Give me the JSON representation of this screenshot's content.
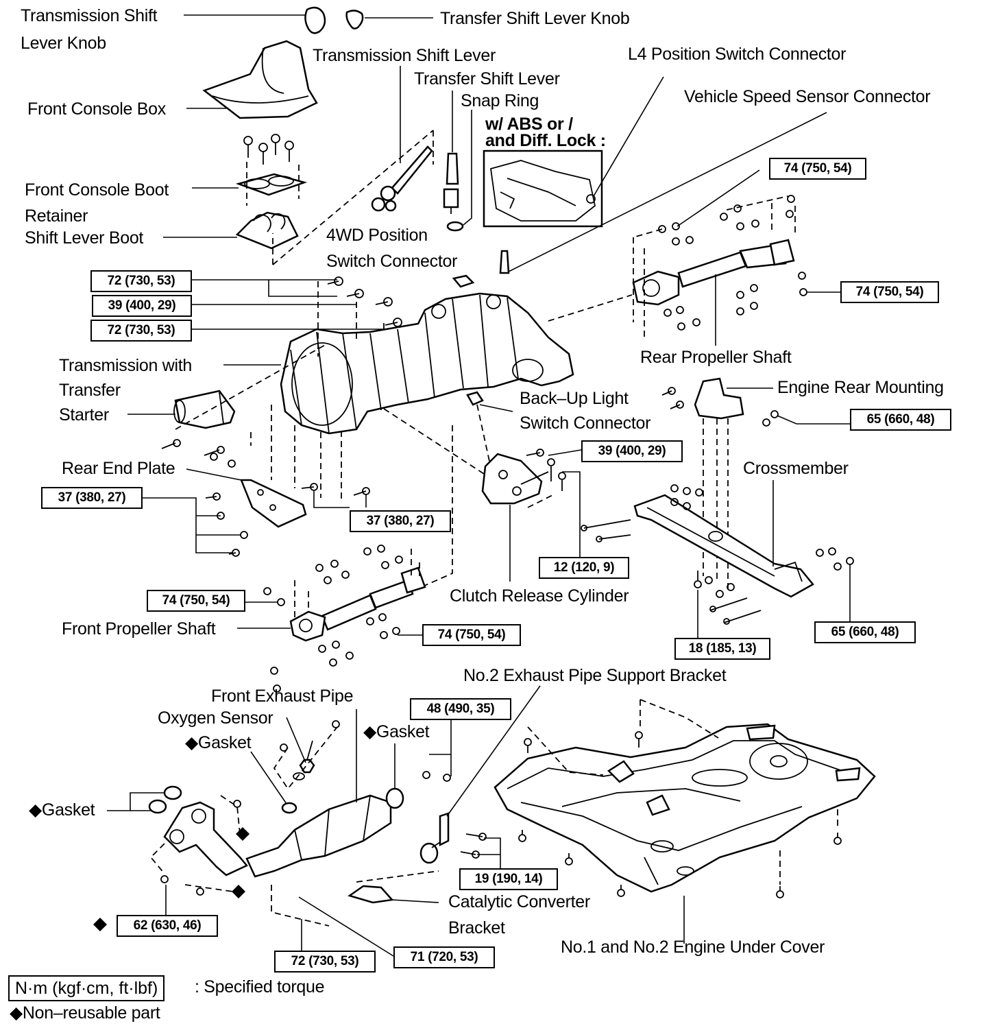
{
  "labels": {
    "trans_knob": "Transmission Shift",
    "trans_knob_2": "Lever Knob",
    "transfer_knob": "Transfer Shift Lever Knob",
    "trans_lever": "Transmission Shift Lever",
    "l4_switch": "L4 Position Switch Connector",
    "transfer_lever": "Transfer Shift Lever",
    "snap_ring": "Snap Ring",
    "vss": "Vehicle Speed Sensor Connector",
    "front_console_box": "Front Console Box",
    "abs_1": "w/ ABS or /",
    "abs_2": "and Diff. Lock :",
    "boot_retainer": "Front Console Boot",
    "boot_retainer_2": "Retainer",
    "shift_boot": "Shift Lever Boot",
    "wd_switch": "4WD Position",
    "wd_switch_2": "Switch Connector",
    "trans_transfer": "Transmission with",
    "trans_transfer_2": "Transfer",
    "starter": "Starter",
    "rear_prop": "Rear Propeller Shaft",
    "engine_rear_mount": "Engine Rear Mounting",
    "backup_light": "Back–Up Light",
    "backup_light_2": "Switch Connector",
    "rear_end_plate": "Rear End Plate",
    "crossmember": "Crossmember",
    "clutch_cyl": "Clutch Release Cylinder",
    "front_prop": "Front Propeller Shaft",
    "no2_bracket": "No.2 Exhaust Pipe Support Bracket",
    "front_exhaust": "Front Exhaust Pipe",
    "oxygen_sensor": "Oxygen Sensor",
    "gasket_1": "◆Gasket",
    "gasket_2": "◆Gasket",
    "gasket_3": "◆Gasket",
    "cat_bracket": "Catalytic Converter",
    "cat_bracket_2": "Bracket",
    "under_cover": "No.1 and No.2 Engine Under Cover",
    "diamond_marker": "◆"
  },
  "torques": {
    "t1": "74 (750, 54)",
    "t2": "72 (730, 53)",
    "t3": "39 (400, 29)",
    "t4": "72 (730, 53)",
    "t5": "74 (750, 54)",
    "t6": "65 (660, 48)",
    "t7": "39 (400, 29)",
    "t8": "37 (380, 27)",
    "t9": "37 (380, 27)",
    "t10": "12 (120, 9)",
    "t11": "74 (750, 54)",
    "t12": "74 (750, 54)",
    "t13": "18 (185, 13)",
    "t14": "65 (660, 48)",
    "t15": "48 (490, 35)",
    "t16": "19 (190, 14)",
    "t17": "62 (630, 46)",
    "t18": "72 (730, 53)",
    "t19": "71 (720, 53)"
  },
  "legend": {
    "unit": "N·m (kgf·cm, ft·lbf)",
    "unit_desc": ": Specified torque",
    "non_reusable": "◆Non–reusable part"
  }
}
